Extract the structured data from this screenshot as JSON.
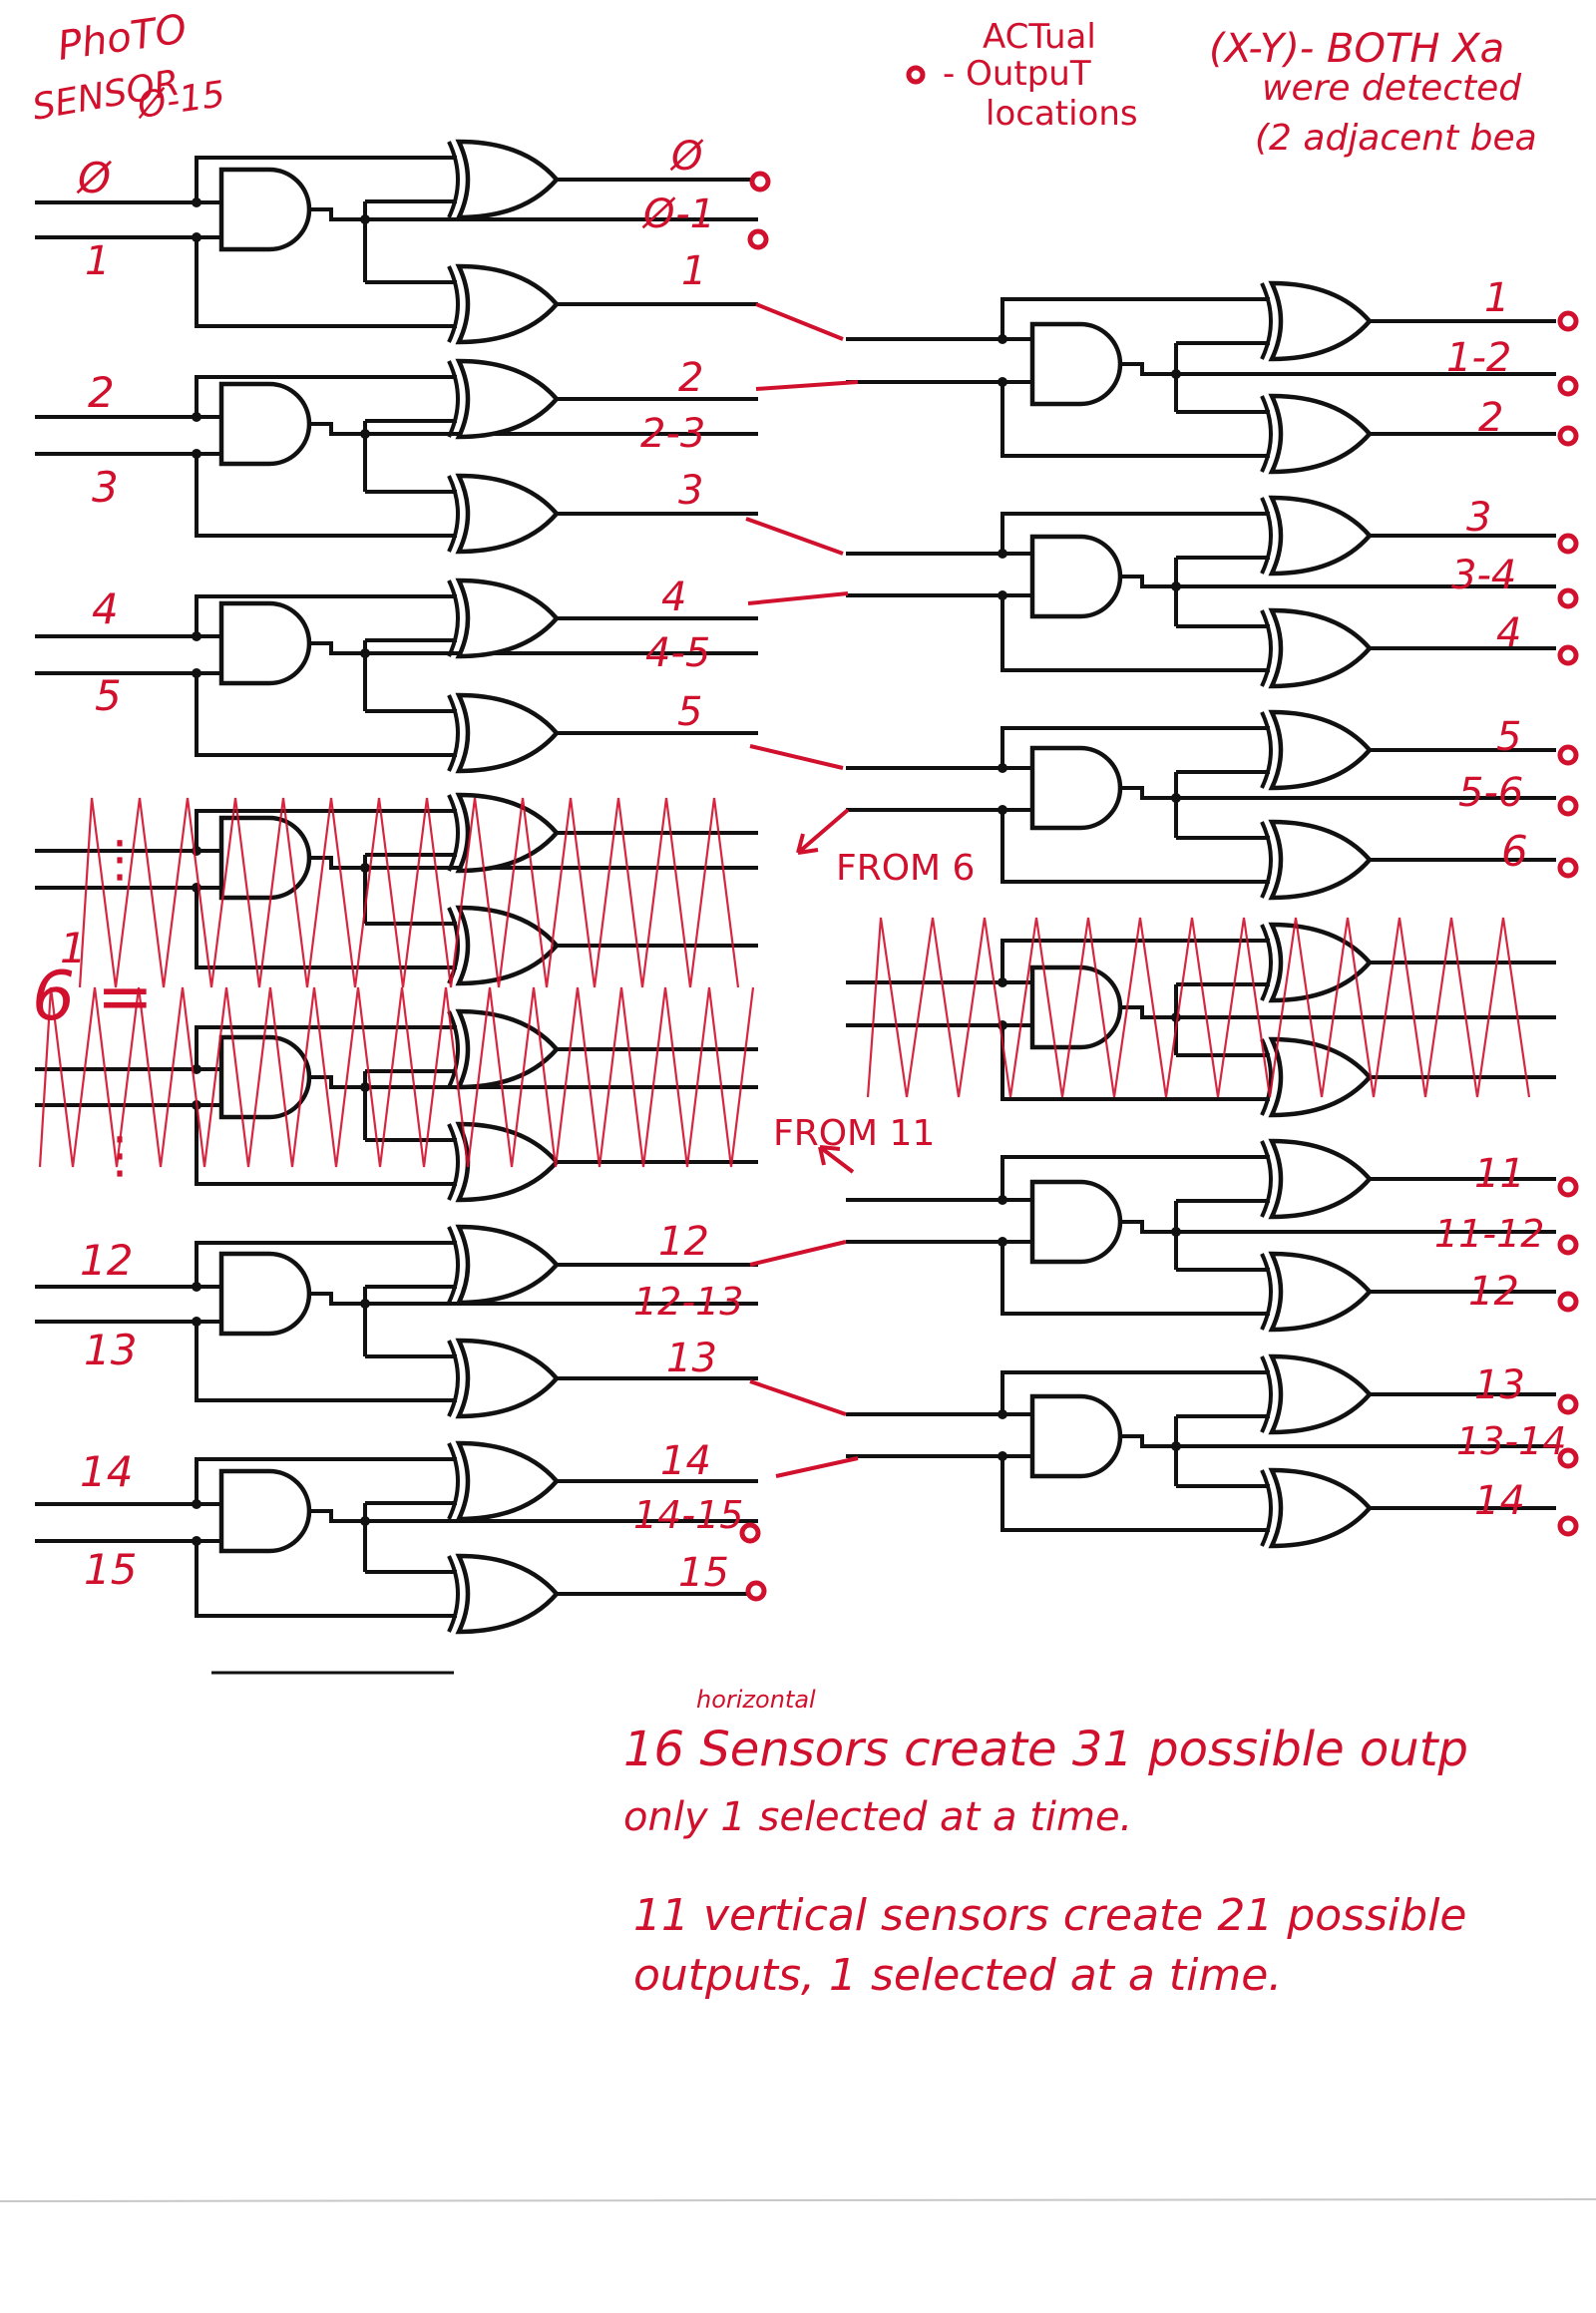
{
  "header": {
    "sensor_title_line1": "PhoTO",
    "sensor_title_line2": "SENSOR",
    "sensor_title_line3": "Ø-15",
    "legend_actual_line1": "ACTual",
    "legend_actual_line2": "- OutpuT",
    "legend_actual_line3": "locations",
    "legend_xy_line1": "(X-Y)- BOTH Xa",
    "legend_xy_line2": "were detected",
    "legend_xy_line3": "(2 adjacent bea"
  },
  "left_column": {
    "inputs": [
      "Ø",
      "1",
      "2",
      "3",
      "4",
      "5",
      "12",
      "13",
      "14",
      "15"
    ],
    "outputs": [
      "Ø",
      "Ø-1",
      "1",
      "2",
      "2-3",
      "3",
      "4",
      "4-5",
      "5",
      "12",
      "12-13",
      "13",
      "14",
      "14-15",
      "15"
    ],
    "ellipsis": "⋮",
    "brace_label": "6 =",
    "brace_prefix": "1"
  },
  "right_column": {
    "outputs": [
      "1",
      "1-2",
      "2",
      "3",
      "3-4",
      "4",
      "5",
      "5-6",
      "6",
      "11",
      "11-12",
      "12",
      "13",
      "13-14",
      "14"
    ],
    "from_6": "FROM 6",
    "from_11": "FROM 11"
  },
  "notes": {
    "horizontal_small": "horizontal",
    "line1": "16 Sensors create 31 possible outp",
    "line2": "only 1 selected at a time.",
    "line3": "11 vertical sensors create 21 possible",
    "line4": "outputs, 1 selected at a time."
  },
  "colors": {
    "ink": "#111111",
    "pen": "#d0102c",
    "paper": "#ffffff"
  }
}
